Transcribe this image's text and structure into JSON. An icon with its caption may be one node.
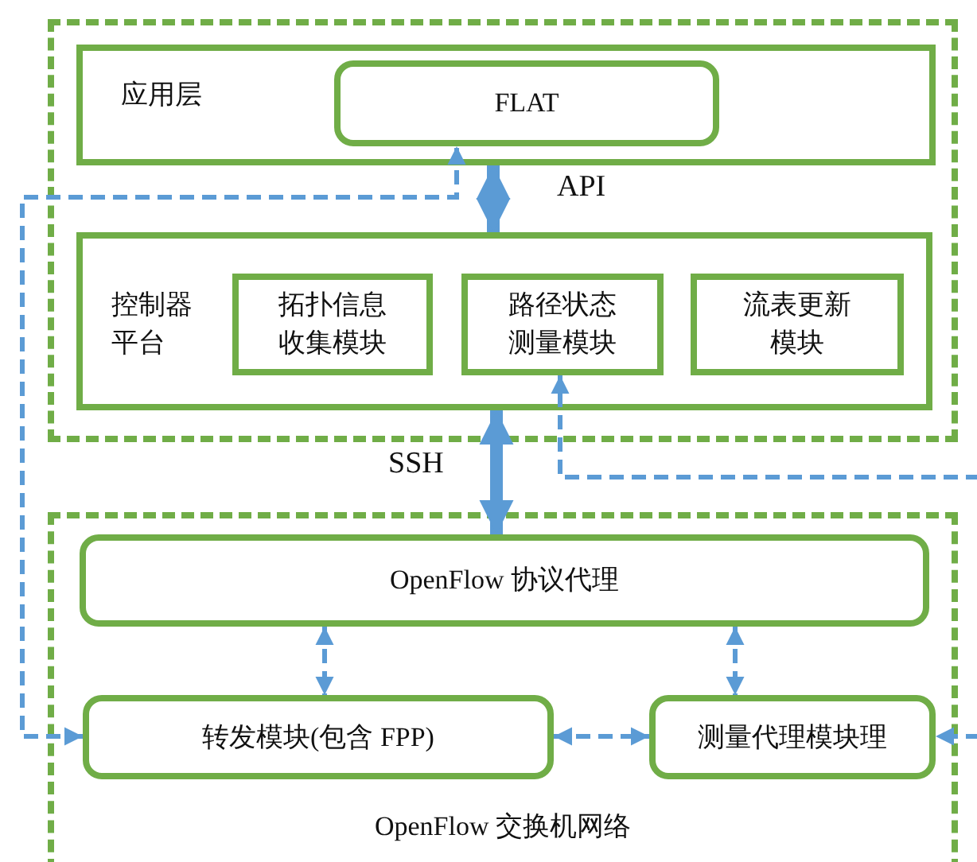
{
  "diagram": {
    "nodes": [
      {
        "text": [],
        "shape": "box"
      },
      {
        "text": [
          "应用层"
        ],
        "in": 0
      },
      {
        "text": [
          "FLAT"
        ],
        "in": 1
      },
      {
        "text": [
          "控制器平台"
        ],
        "in": 0
      },
      {
        "text": [
          "拓扑信息收集模块"
        ],
        "in": 3
      },
      {
        "text": [
          "路径状态测量模块"
        ],
        "in": 3
      },
      {
        "text": [
          "流表更新模块"
        ],
        "in": 3
      },
      {
        "text": [
          "OpenFlow 交换机网络"
        ]
      },
      {
        "text": [
          "OpenFlow 协议代理"
        ],
        "in": 7
      },
      {
        "text": [
          "转发模块(包含 FPP)"
        ],
        "in": 7
      },
      {
        "text": [
          "测量代理模块理"
        ],
        "in": 7
      }
    ],
    "edges": [
      {
        "from": 3,
        "to": 1,
        "arrow": "both",
        "label": "API",
        "style": "thick"
      },
      {
        "from": 3,
        "to": 8,
        "arrow": "both",
        "label": "SSH",
        "style": "thick"
      },
      {
        "from": 8,
        "to": 9,
        "arrow": "both",
        "style": "dashed"
      },
      {
        "from": 8,
        "to": 10,
        "arrow": "both",
        "style": "dashed"
      },
      {
        "from": 9,
        "to": 10,
        "arrow": "both",
        "style": "dashed"
      },
      {
        "from": 9,
        "to": 2,
        "arrow": "both",
        "style": "dashed"
      },
      {
        "from": null,
        "to": 5,
        "arrow": "to",
        "style": "dashed"
      },
      {
        "from": null,
        "to": 10,
        "arrow": "to",
        "style": "dashed"
      }
    ]
  }
}
